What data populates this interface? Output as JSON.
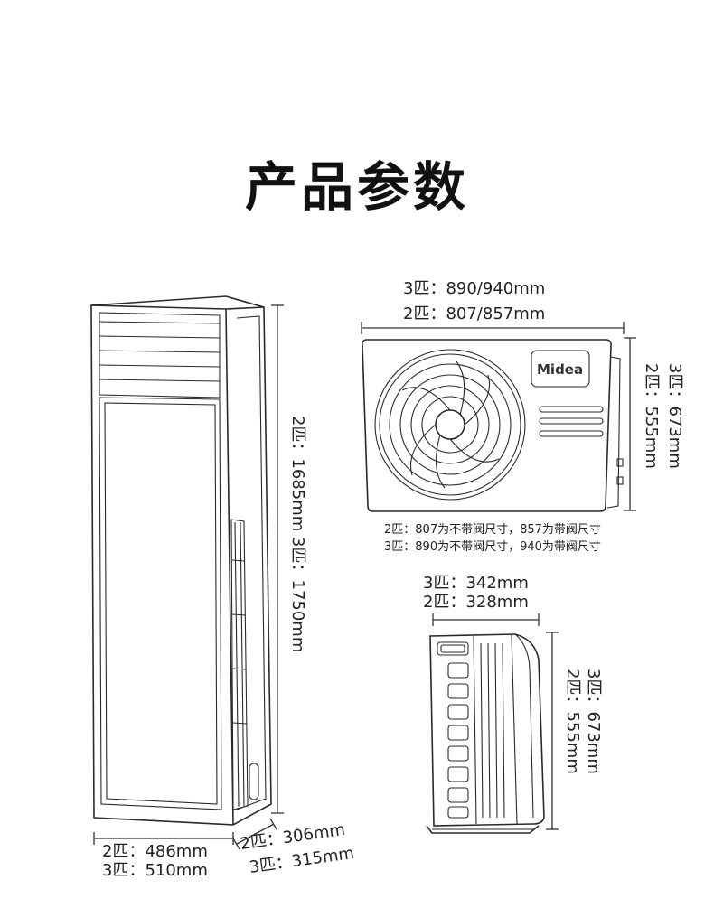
{
  "title": "产品参数",
  "outdoor_width": {
    "line1": "3匹：890/940mm",
    "line2": "2匹：807/857mm"
  },
  "outdoor_height": {
    "line1": "3匹：673mm",
    "line2": "2匹：555mm"
  },
  "brand_logo": "Midea",
  "notes": {
    "line1": "2匹：807为不带阀尺寸，857为带阀尺寸",
    "line2": "3匹：890为不带阀尺寸，940为带阀尺寸"
  },
  "outdoor_depth": {
    "line1": "3匹：342mm",
    "line2": "2匹：328mm"
  },
  "side_height": {
    "line1": "3匹：673mm",
    "line2": "2匹：555mm"
  },
  "indoor_height": {
    "text": "2匹：1685mm   3匹：1750mm"
  },
  "indoor_width": {
    "line1": "2匹：486mm",
    "line2": "3匹：510mm"
  },
  "indoor_depth": {
    "line1": "2匹：306mm",
    "line2": "3匹：315mm"
  }
}
